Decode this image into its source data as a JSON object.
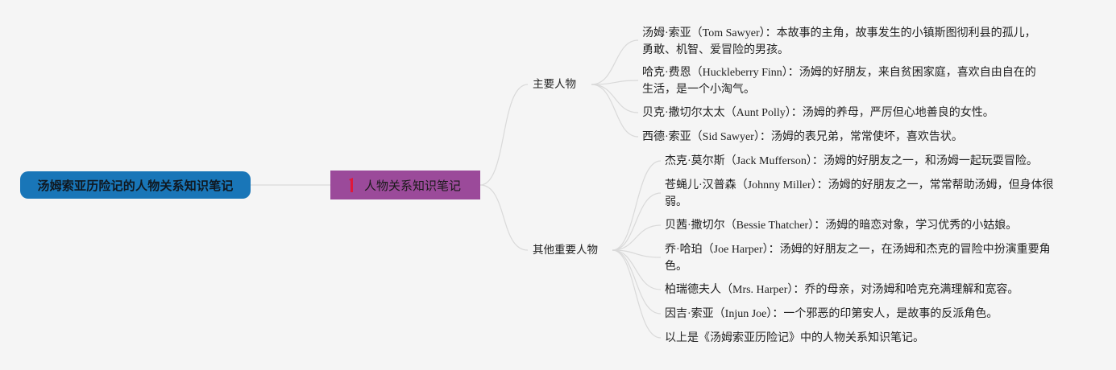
{
  "root": {
    "label": "汤姆索亚历险记的人物关系知识笔记",
    "color": "#1976b8"
  },
  "main_topic": {
    "label": "人物关系知识笔记",
    "marker_icon": "flag-marker-icon",
    "color": "#9b4a9a",
    "marker_color": "#e0183a"
  },
  "branches": [
    {
      "label": "主要人物",
      "items": [
        {
          "lines": [
            "汤姆·索亚（Tom Sawyer）：本故事的主角，故事发生的小镇斯图彻利县的孤儿，",
            "勇敢、机智、爱冒险的男孩。"
          ]
        },
        {
          "lines": [
            "哈克·费恩（Huckleberry Finn）：汤姆的好朋友，来自贫困家庭，喜欢自由自在的",
            "生活，是一个小淘气。"
          ]
        },
        {
          "lines": [
            "贝克·撒切尔太太（Aunt Polly）：汤姆的养母，严厉但心地善良的女性。"
          ]
        },
        {
          "lines": [
            "西德·索亚（Sid Sawyer）：汤姆的表兄弟，常常使坏，喜欢告状。"
          ]
        }
      ]
    },
    {
      "label": "其他重要人物",
      "items": [
        {
          "lines": [
            "杰克·莫尔斯（Jack Mufferson）：汤姆的好朋友之一，和汤姆一起玩耍冒险。"
          ]
        },
        {
          "lines": [
            "苍蝇儿·汉普森（Johnny Miller）：汤姆的好朋友之一，常常帮助汤姆，但身体很",
            "弱。"
          ]
        },
        {
          "lines": [
            "贝茜·撒切尔（Bessie Thatcher）：汤姆的暗恋对象，学习优秀的小姑娘。"
          ]
        },
        {
          "lines": [
            "乔·哈珀（Joe Harper）：汤姆的好朋友之一，在汤姆和杰克的冒险中扮演重要角",
            "色。"
          ]
        },
        {
          "lines": [
            "柏瑞德夫人（Mrs. Harper）：乔的母亲，对汤姆和哈克充满理解和宽容。"
          ]
        },
        {
          "lines": [
            "因吉·索亚（Injun Joe）：一个邪恶的印第安人，是故事的反派角色。"
          ]
        },
        {
          "lines": [
            "以上是《汤姆索亚历险记》中的人物关系知识笔记。"
          ]
        }
      ]
    }
  ]
}
